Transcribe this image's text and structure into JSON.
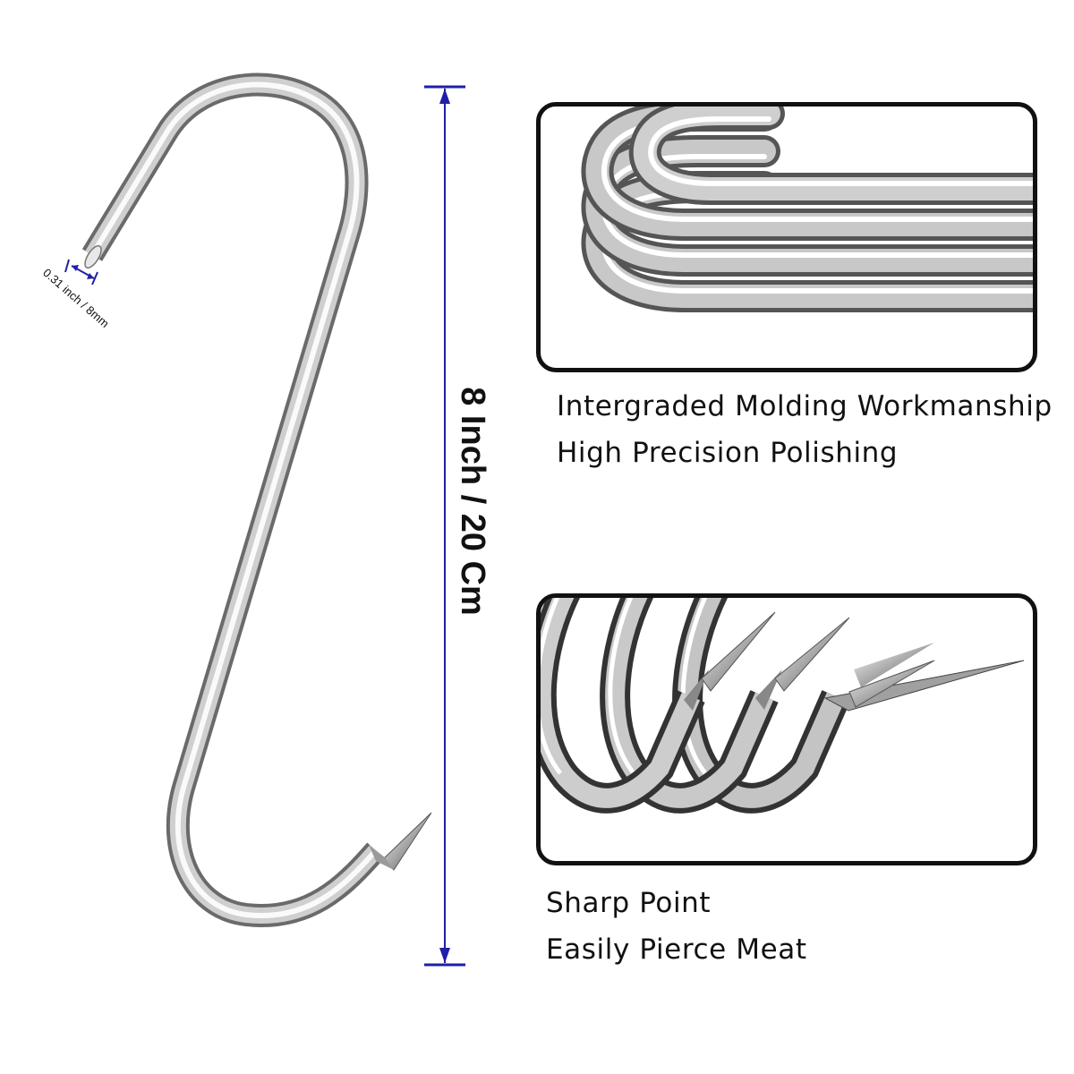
{
  "product": {
    "height_label": "8 Inch / 20 Cm",
    "diameter_label": "0.31 inch / 8mm"
  },
  "features": [
    {
      "line1": "Intergraded Molding Workmanship",
      "line2": "High Precision Polishing"
    },
    {
      "line1": "Sharp Point",
      "line2": "Easily Pierce Meat"
    }
  ],
  "colors": {
    "dimension_line": "#1f1fa8",
    "steel_light": "#f4f4f4",
    "steel_dark": "#6d6d6d",
    "panel_border": "#111111",
    "text": "#111111"
  }
}
